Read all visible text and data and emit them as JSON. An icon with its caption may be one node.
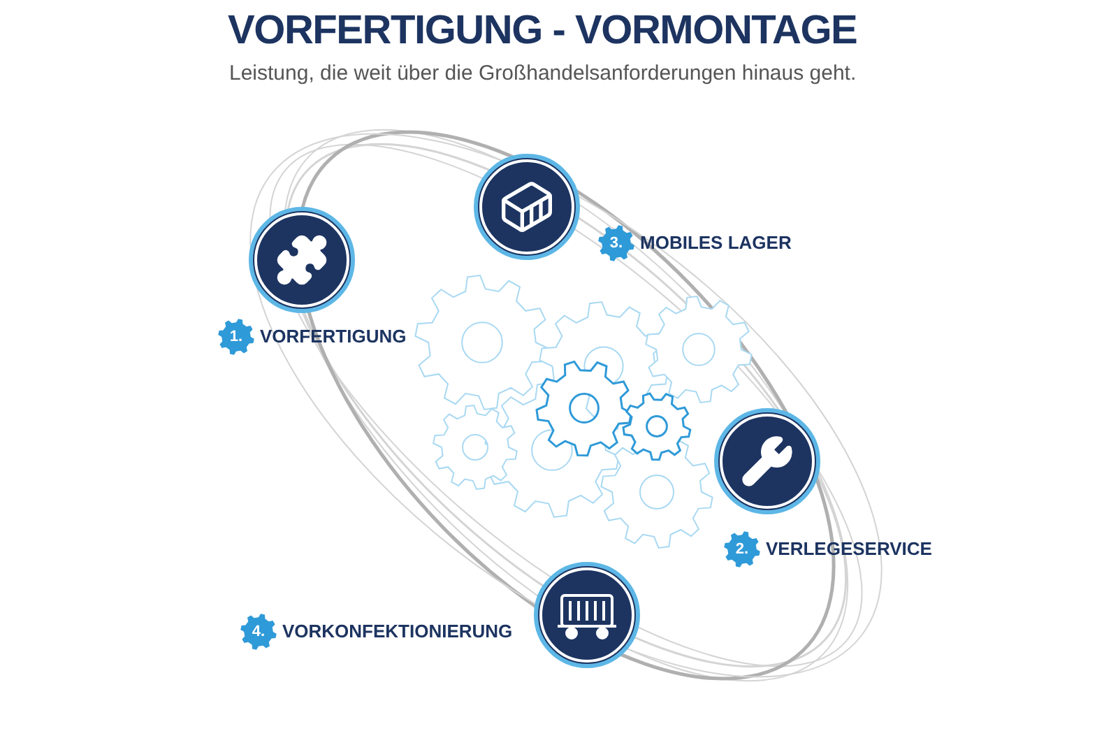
{
  "diagram": {
    "title": "VORFERTIGUNG - VORMONTAGE",
    "caption": "Leistung, die weit über die Großhandelsanforderungen hinaus geht.",
    "nodes": [
      {
        "text": [
          "3.",
          "MOBILES LAGER"
        ]
      },
      {
        "text": [
          "1.",
          "VORFERTIGUNG"
        ]
      },
      {
        "text": [
          "2.",
          "VERLEGESERVICE"
        ]
      },
      {
        "text": [
          "4.",
          "VORKONFEKTIONIERUNG"
        ]
      }
    ]
  }
}
